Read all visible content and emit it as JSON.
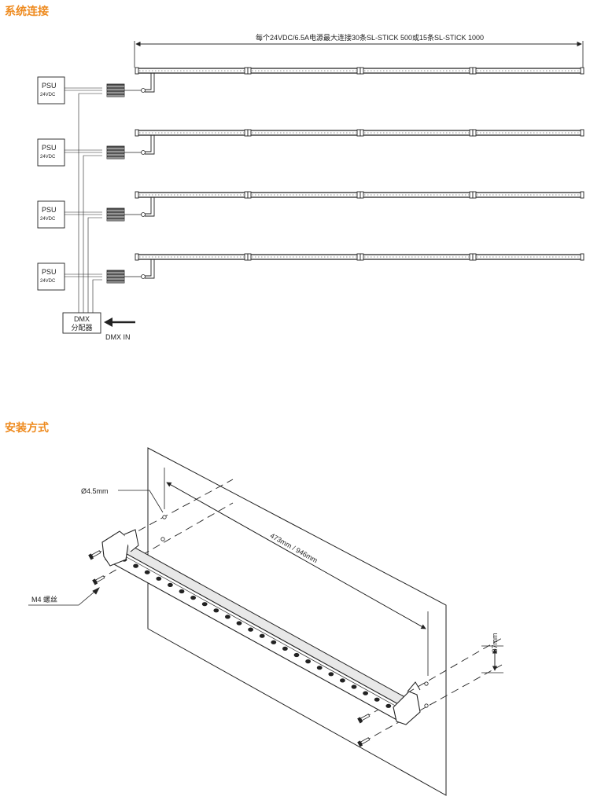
{
  "sections": {
    "connection_title": "系统连接",
    "mounting_title": "安装方式"
  },
  "connection": {
    "span_label": "每个24VDC/6.5A电源最大连接30条SL-STICK 500或15条SL-STICK 1000",
    "psu_label": "PSU",
    "psu_voltage": "24VDC",
    "dmx_label_line1": "DMX",
    "dmx_label_line2": "分配器",
    "dmx_in_label": "DMX IN"
  },
  "mounting": {
    "hole_label": "Ø4.5mm",
    "screw_label": "M4 螺丝",
    "spacing_label": "473mm / 946mm",
    "height_label": "37mm"
  }
}
